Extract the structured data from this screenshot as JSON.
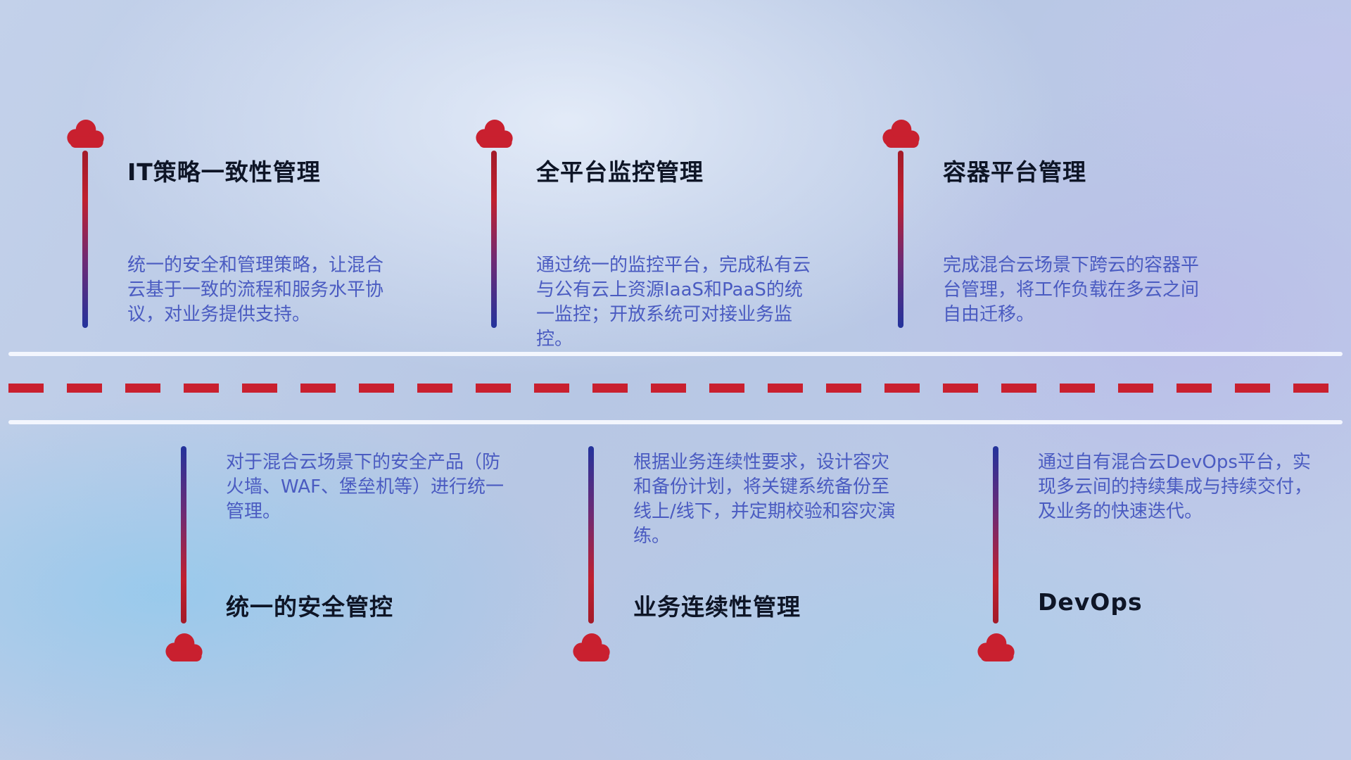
{
  "colors": {
    "accent_red": "#c9202f",
    "accent_blue": "#23339c",
    "title_text": "#0e1526",
    "body_text": "#4a5bc1",
    "divider_solid": "#f7faff"
  },
  "top_items": [
    {
      "icon": "cloud-icon",
      "title": "IT策略一致性管理",
      "description": "统一的安全和管理策略，让混合云基于一致的流程和服务水平协议，对业务提供支持。"
    },
    {
      "icon": "cloud-icon",
      "title": "全平台监控管理",
      "description": "通过统一的监控平台，完成私有云与公有云上资源IaaS和PaaS的统一监控；开放系统可对接业务监控。"
    },
    {
      "icon": "cloud-icon",
      "title": "容器平台管理",
      "description": "完成混合云场景下跨云的容器平台管理，将工作负载在多云之间自由迁移。"
    }
  ],
  "bottom_items": [
    {
      "icon": "cloud-icon",
      "title": "统一的安全管控",
      "description": "对于混合云场景下的安全产品（防火墙、WAF、堡垒机等）进行统一管理。"
    },
    {
      "icon": "cloud-icon",
      "title": "业务连续性管理",
      "description": "根据业务连续性要求，设计容灾和备份计划，将关键系统备份至线上/线下，并定期校验和容灾演练。"
    },
    {
      "icon": "cloud-icon",
      "title": "DevOps",
      "description": "通过自有混合云DevOps平台，实现多云间的持续集成与持续交付，及业务的快速迭代。"
    }
  ]
}
